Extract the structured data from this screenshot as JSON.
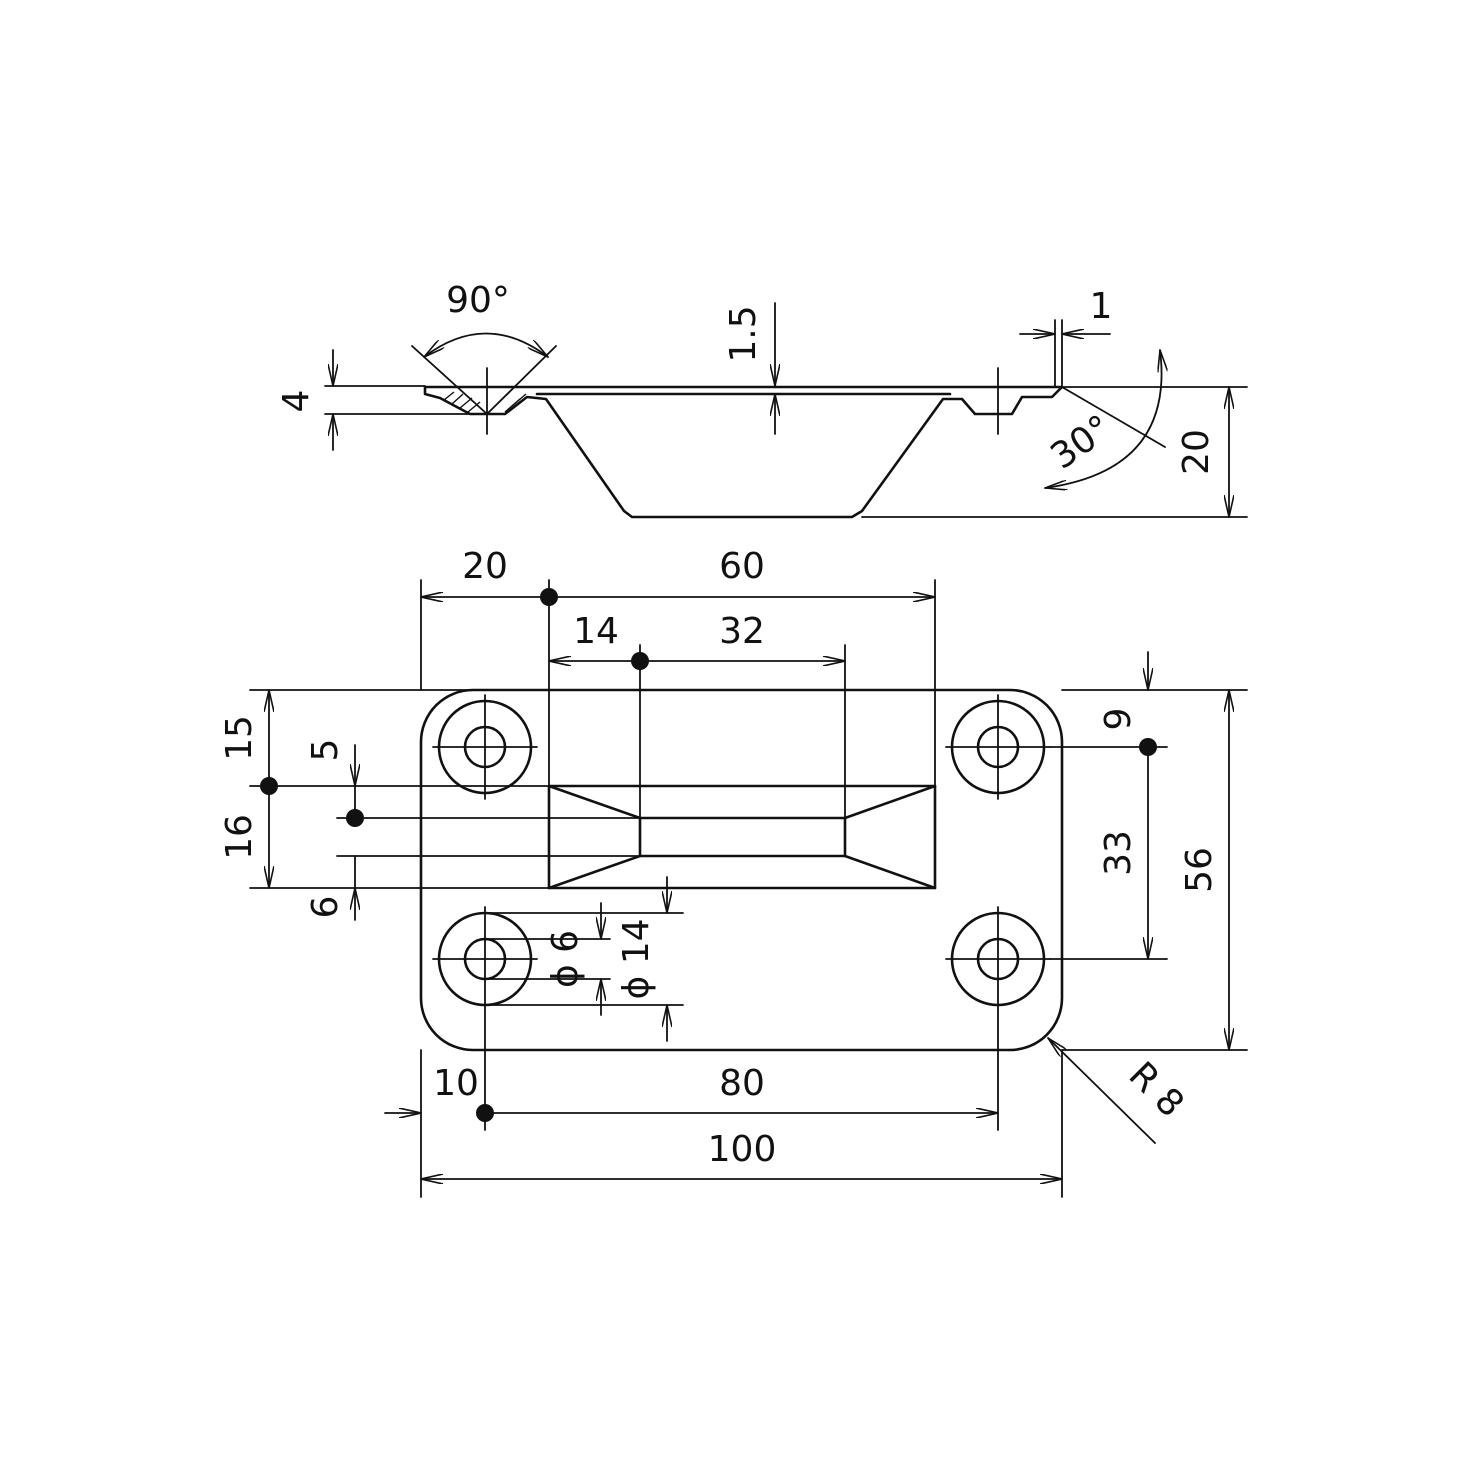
{
  "colors": {
    "line": "#111111",
    "background": "#ffffff"
  },
  "side_view": {
    "angle_countersink": "90°",
    "angle_wall": "30°",
    "dim_flange_offset": "4",
    "dim_sheet_thickness": "1.5",
    "dim_edge_thickness": "1",
    "dim_depth": "20"
  },
  "plan_view": {
    "dim_left_offset": "20",
    "dim_pocket_width": "60",
    "dim_pocket_inset": "14",
    "dim_pocket_floor": "32",
    "dim_top_offset": "15",
    "dim_pocket_height": "16",
    "dim_floor_inset_top": "5",
    "dim_floor_inset_bottom": "6",
    "dim_hole_edge": "9",
    "dim_hole_pitch_y": "33",
    "dim_overall_height": "56",
    "dim_hole_diameter": "ϕ 6",
    "dim_counterbore_diameter": "ϕ 14",
    "dim_hole_from_edge": "10",
    "dim_hole_pitch_x": "80",
    "dim_overall_width": "100",
    "dim_corner_radius": "R 8"
  }
}
